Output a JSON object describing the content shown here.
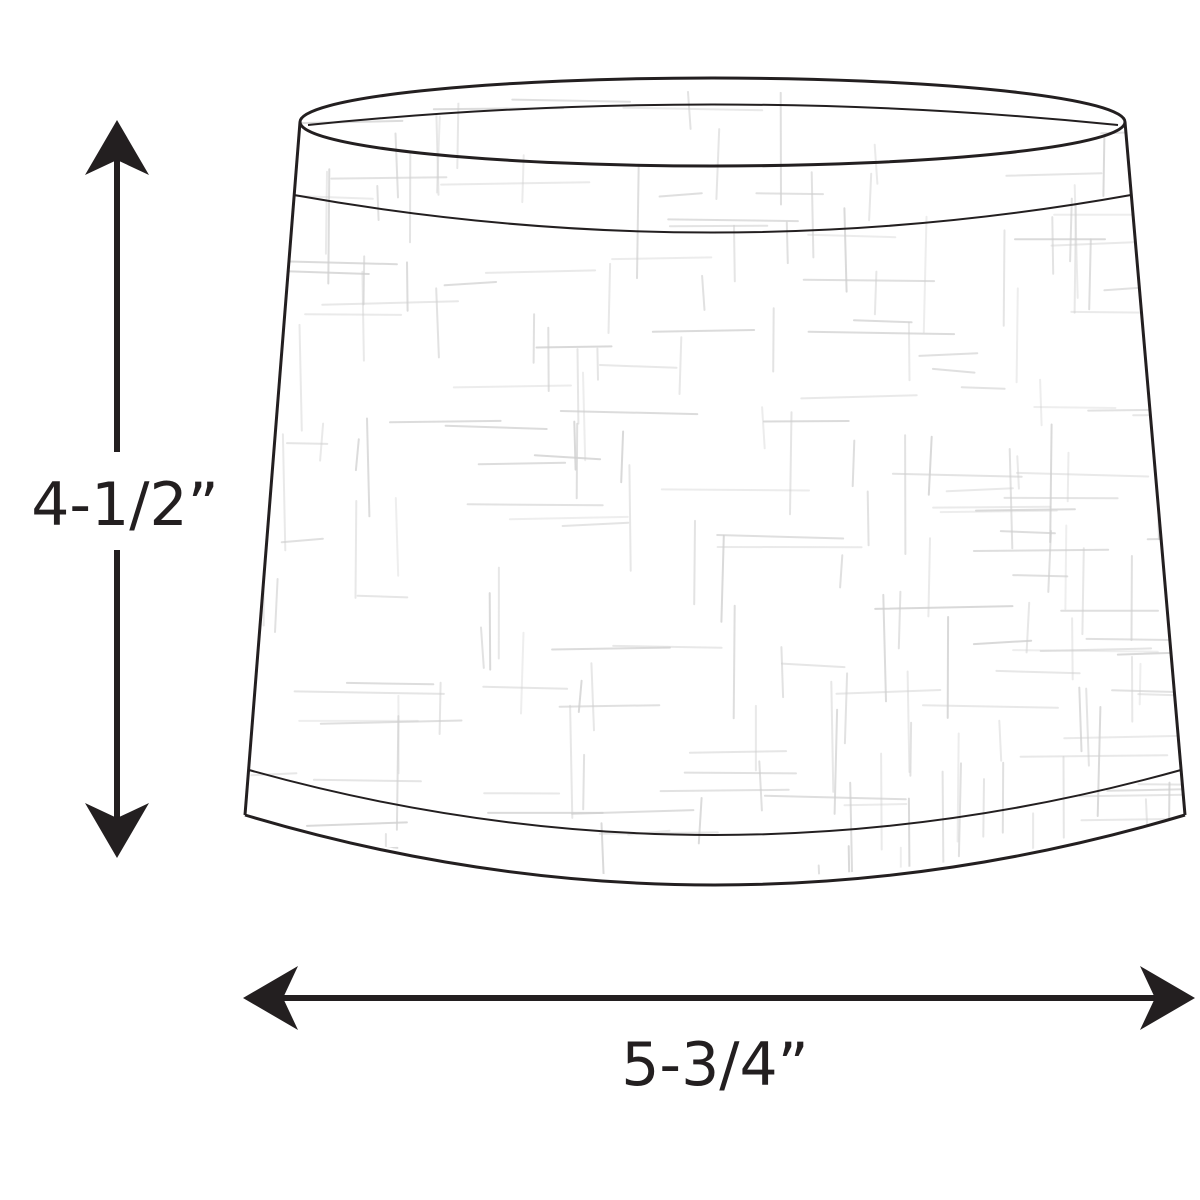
{
  "diagram": {
    "height_label": "4-1/2”",
    "width_label": "5-3/4”",
    "outline_color": "#231f20",
    "texture_color": "#cfcfcf",
    "subject": "lamp-shade"
  }
}
